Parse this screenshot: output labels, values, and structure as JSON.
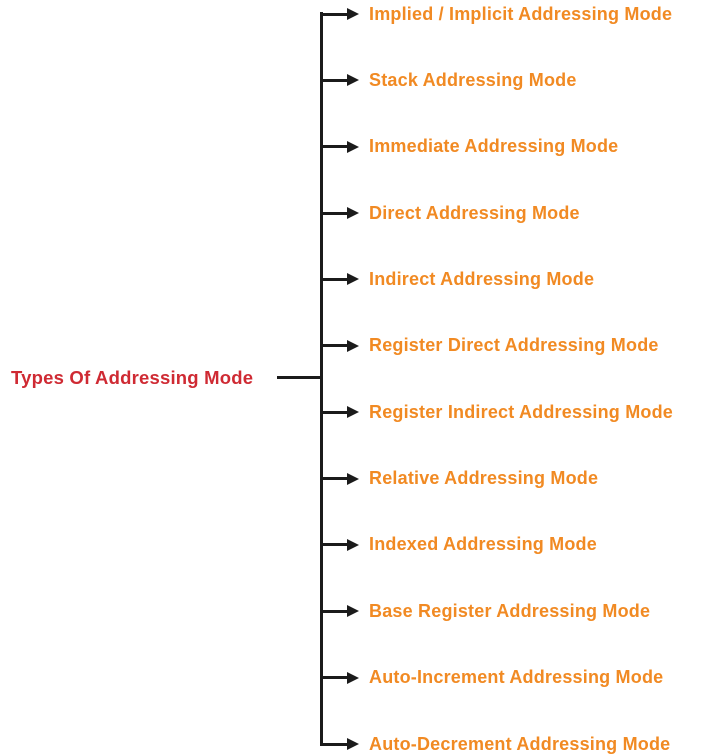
{
  "root": {
    "label": "Types Of Addressing Mode"
  },
  "branches": {
    "items": [
      {
        "label": "Implied / Implicit Addressing Mode"
      },
      {
        "label": "Stack Addressing Mode"
      },
      {
        "label": "Immediate Addressing Mode"
      },
      {
        "label": "Direct Addressing Mode"
      },
      {
        "label": "Indirect Addressing Mode"
      },
      {
        "label": "Register Direct Addressing Mode"
      },
      {
        "label": "Register Indirect Addressing Mode"
      },
      {
        "label": "Relative Addressing Mode"
      },
      {
        "label": "Indexed Addressing Mode"
      },
      {
        "label": "Base Register Addressing Mode"
      },
      {
        "label": "Auto-Increment Addressing Mode"
      },
      {
        "label": "Auto-Decrement Addressing Mode"
      }
    ]
  },
  "colors": {
    "branch_label_orange": "#F18A23",
    "root_label_red": "#CF2A33",
    "line_black": "#1B1B1B",
    "background": "#FFFFFF"
  }
}
